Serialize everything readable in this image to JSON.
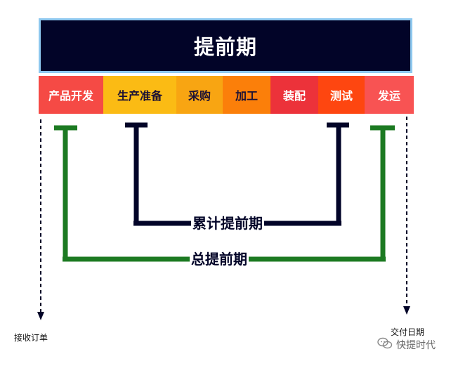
{
  "title": "提前期",
  "stages": [
    {
      "label": "产品开发",
      "bg": "#f54a45",
      "fg": "#ffffff"
    },
    {
      "label": "生产准备",
      "bg": "#fbbb14",
      "fg": "#1a1035"
    },
    {
      "label": "采购",
      "bg": "#f8a512",
      "fg": "#1a1035"
    },
    {
      "label": "加工",
      "bg": "#fb7f0a",
      "fg": "#1a1035"
    },
    {
      "label": "装配",
      "bg": "#ec323a",
      "fg": "#ffffff"
    },
    {
      "label": "测试",
      "bg": "#fe4610",
      "fg": "#ffffff"
    },
    {
      "label": "发运",
      "bg": "#f85353",
      "fg": "#ffffff"
    }
  ],
  "brackets": {
    "cumulative": {
      "label": "累计提前期",
      "color": "#020428"
    },
    "total": {
      "label": "总提前期",
      "color": "#1c7a22"
    }
  },
  "markers": {
    "start": "接收订单",
    "end": "交付日期"
  },
  "watermark": "快提时代",
  "colors": {
    "title_bg": "#020428",
    "title_border": "#8ec8ef",
    "arrow": "#020428"
  }
}
